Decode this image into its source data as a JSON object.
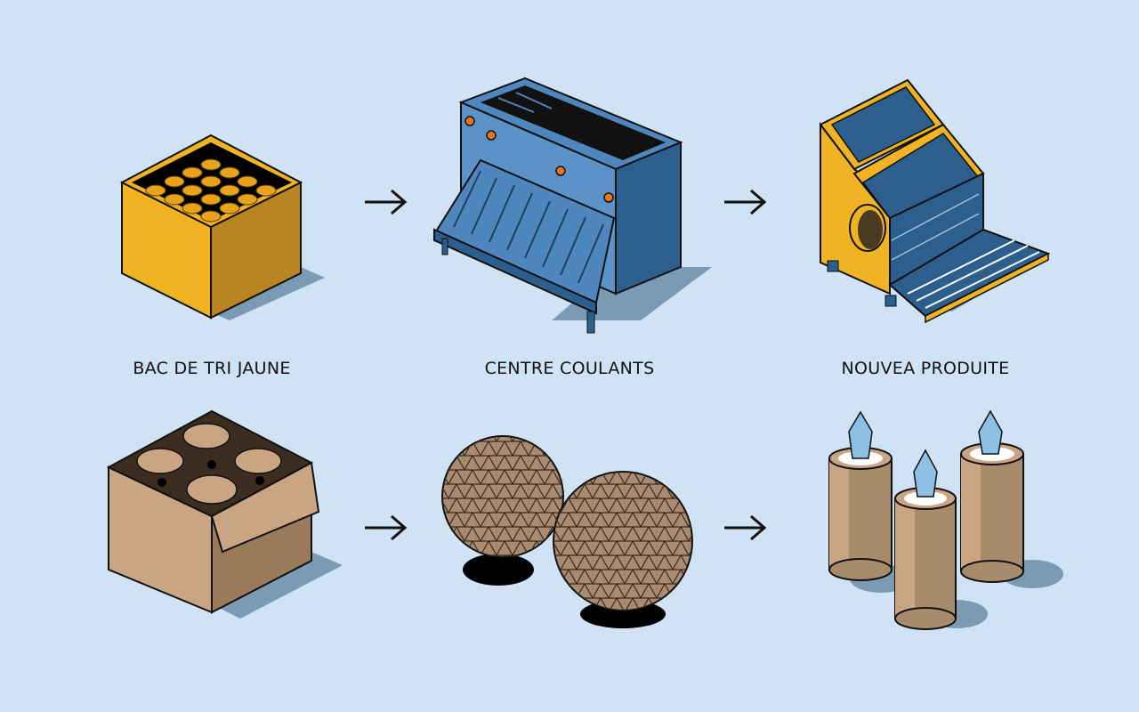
{
  "diagram": {
    "rows": [
      {
        "stages": [
          {
            "id": "bac-de-tri-jaune",
            "label": "BAC DE TRI JAUNE",
            "illustration": "yellow-bin-with-containers"
          },
          {
            "id": "centre-coulants",
            "label": "CENTRE COULANTS",
            "illustration": "blue-sorting-machine"
          },
          {
            "id": "nouvea-produite",
            "label": "NOUVEA PRODUITE",
            "illustration": "yellow-blue-processing-machine"
          }
        ],
        "arrows": [
          "arrow-right",
          "arrow-right"
        ]
      },
      {
        "stages": [
          {
            "id": "cardboard-box",
            "label": "",
            "illustration": "cardboard-box-with-rolls"
          },
          {
            "id": "geodesic-spheres",
            "label": "",
            "illustration": "two-geodesic-spheres"
          },
          {
            "id": "candles",
            "label": "",
            "illustration": "three-cylinders-with-blue-flames"
          }
        ],
        "arrows": [
          "arrow-right",
          "arrow-right"
        ]
      }
    ],
    "colors": {
      "background": "#cfe3f4",
      "yellow": "#f0b323",
      "yellow_dark": "#b98421",
      "blue": "#4f86bd",
      "blue_dark": "#2c5f8e",
      "cardboard": "#c9a584",
      "cardboard_dark": "#9b7a5c",
      "shadow": "#7b9bb4"
    }
  }
}
